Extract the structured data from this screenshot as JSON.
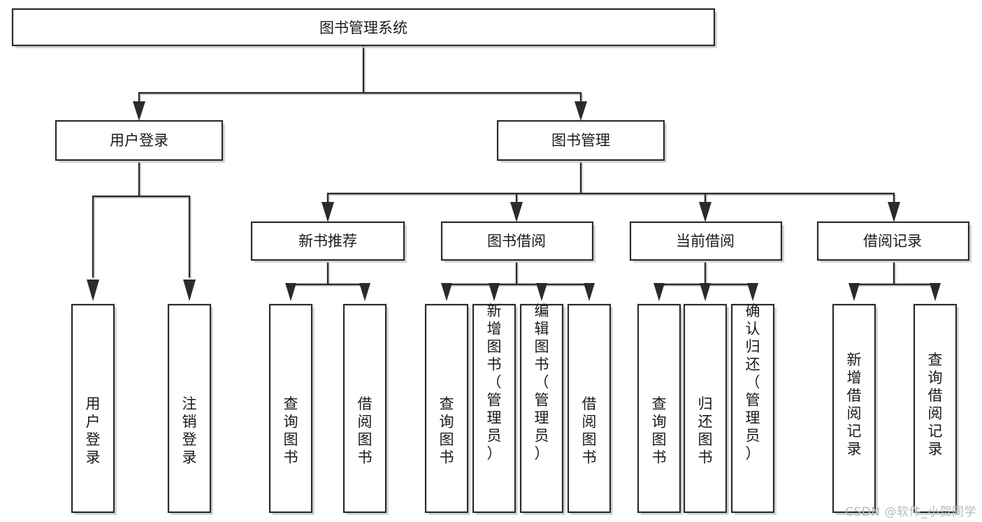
{
  "diagram": {
    "title": "图书管理系统",
    "type": "tree-hierarchy-chart",
    "root": {
      "label": "图书管理系统"
    },
    "level2": [
      {
        "label": "用户登录"
      },
      {
        "label": "图书管理"
      }
    ],
    "level3": [
      {
        "label": "新书推荐"
      },
      {
        "label": "图书借阅"
      },
      {
        "label": "当前借阅"
      },
      {
        "label": "借阅记录"
      }
    ],
    "leaves": {
      "user_login": [
        {
          "label": "用户登录"
        },
        {
          "label": "注销登录"
        }
      ],
      "new_book_recommend": [
        {
          "label": "查询图书"
        },
        {
          "label": "借阅图书"
        }
      ],
      "book_borrow": [
        {
          "label": "查询图书"
        },
        {
          "label": "新增图书（管理员）"
        },
        {
          "label": "编辑图书（管理员）"
        },
        {
          "label": "借阅图书"
        }
      ],
      "current_borrow": [
        {
          "label": "查询图书"
        },
        {
          "label": "归还图书"
        },
        {
          "label": "确认归还（管理员）"
        }
      ],
      "borrow_record": [
        {
          "label": "新增借阅记录"
        },
        {
          "label": "查询借阅记录"
        }
      ]
    },
    "watermark": "CSDN @软件_小贺同学",
    "colors": {
      "box_stroke": "#2b2b2b",
      "box_fill": "#ffffff",
      "connector": "#2b2b2b",
      "shadow": "#c9c9c9",
      "text": "#1a1a1a",
      "watermark": "#b9b9b9",
      "background": "#ffffff"
    }
  }
}
